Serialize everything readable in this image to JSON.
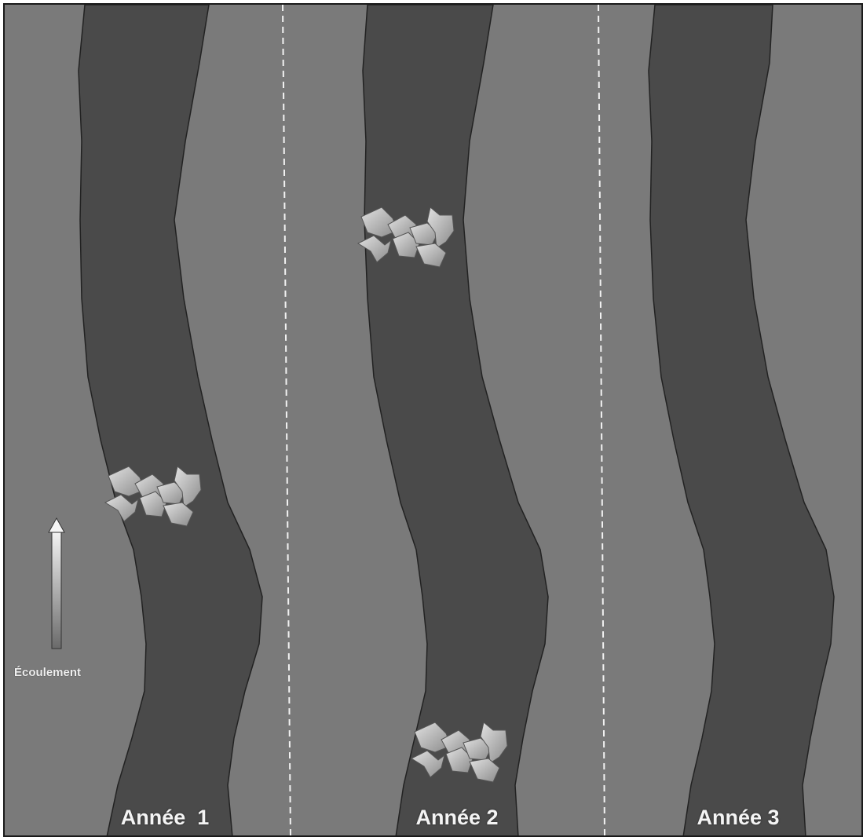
{
  "diagram": {
    "flow_label": "Écoulement",
    "panels": [
      {
        "label": "Année  1"
      },
      {
        "label": "Année 2"
      },
      {
        "label": "Année 3"
      }
    ],
    "colors": {
      "land": "#7a7a7a",
      "river": "#4a4a4a",
      "frame": "#1a1a1a",
      "divider": "#f2f2f2",
      "debris_light": "#d8d8d8",
      "debris_dark": "#8c8c8c",
      "arrow_light": "#f5f5f5",
      "arrow_dark": "#6a6a6a"
    }
  }
}
